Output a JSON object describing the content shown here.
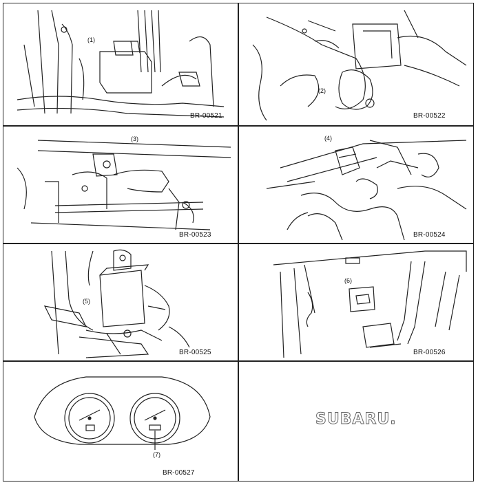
{
  "panels": [
    {
      "code": "BR-00521",
      "callout": "(1)"
    },
    {
      "code": "BR-00522",
      "callout": "(2)"
    },
    {
      "code": "BR-00523",
      "callout": "(3)"
    },
    {
      "code": "BR-00524",
      "callout": "(4)"
    },
    {
      "code": "BR-00525",
      "callout": "(5)"
    },
    {
      "code": "BR-00526",
      "callout": "(6)"
    },
    {
      "code": "BR-00527",
      "callout": "(7)"
    }
  ],
  "brand_logo": "SUBARU."
}
